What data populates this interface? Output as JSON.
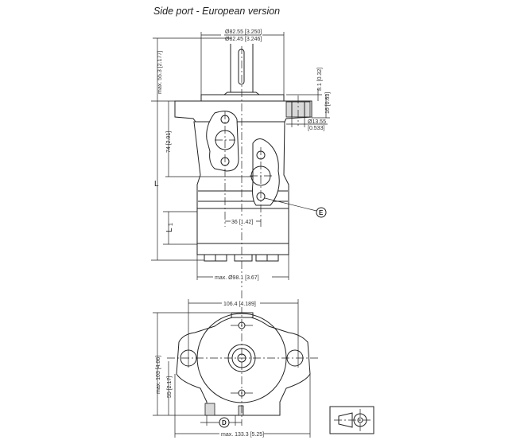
{
  "title": "Side port - European version",
  "side_view": {
    "shaft_dia_max": "Ø82.55 [3.250]",
    "shaft_dia_min": "Ø82.45 [3.246]",
    "shaft_length": "max. 55.3 [2.177]",
    "flange_step": "8.1 [0.32]",
    "flange_thickness": "16 [0.63]",
    "bolt_hole_dia": "Ø13.55",
    "bolt_hole_dia_in": "[0.533]",
    "port_height": "74 [2.91]",
    "length_label": "L",
    "length1_label": "L",
    "length1_sub": "1",
    "port_spacing": "36 [1.42]",
    "body_dia": "max. Ø98.1 [3.67]",
    "callout_e": "E"
  },
  "end_view": {
    "bolt_spacing": "106.4 [4.189]",
    "height": "max. 103 [4.06]",
    "center_height": "55 [2.17]",
    "width": "max. 133.3 [5.25]",
    "callout_d": "D"
  }
}
